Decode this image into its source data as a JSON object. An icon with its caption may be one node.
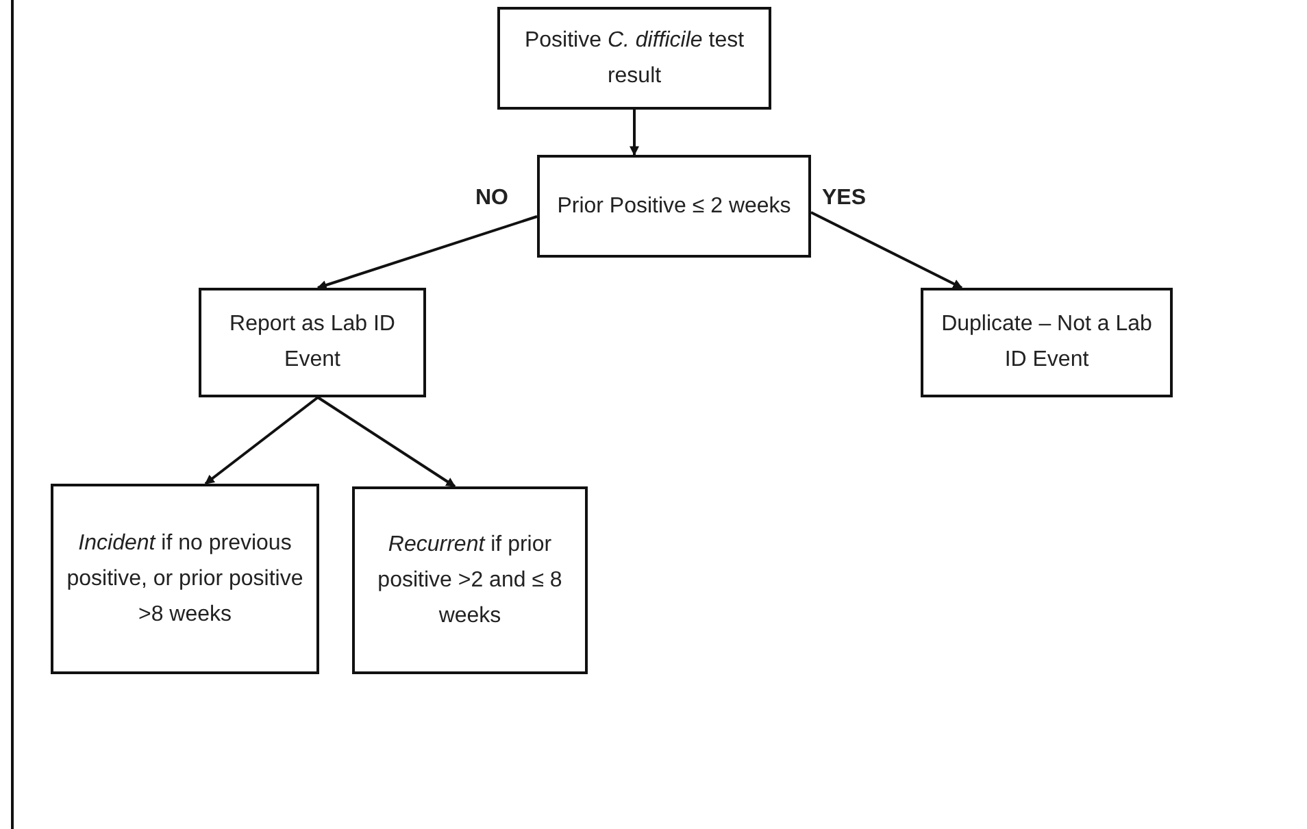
{
  "diagram": {
    "nodes": [
      {
        "text": [
          "Positive *C. difficile* test result"
        ]
      },
      {
        "text": [
          "Prior Positive ≤ 2 weeks"
        ]
      },
      {
        "text": [
          "Report as Lab ID Event"
        ]
      },
      {
        "text": [
          "Duplicate – Not a Lab ID Event"
        ]
      },
      {
        "text": [
          "*Incident* if no previous positive, or prior positive >8 weeks"
        ]
      },
      {
        "text": [
          "*Recurrent* if prior positive >2 and ≤ 8 weeks"
        ]
      }
    ],
    "edges": [
      {
        "from": 0,
        "to": 1,
        "arrow": "to"
      },
      {
        "from": 1,
        "to": 2,
        "arrow": "to",
        "label": "NO"
      },
      {
        "from": 1,
        "to": 3,
        "arrow": "to",
        "label": "YES"
      },
      {
        "from": 2,
        "to": 4,
        "arrow": "to"
      },
      {
        "from": 2,
        "to": 5,
        "arrow": "to"
      }
    ]
  }
}
